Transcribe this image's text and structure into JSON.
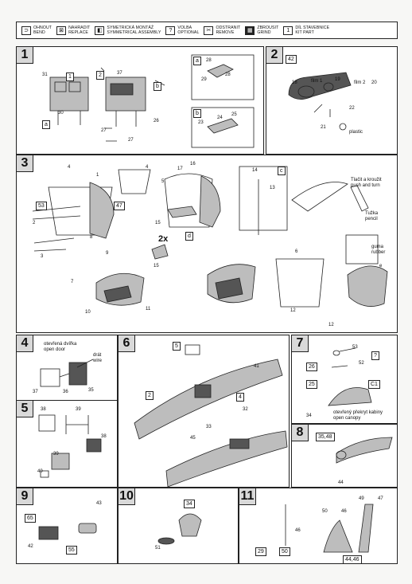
{
  "legend": [
    {
      "icon": "bend-icon",
      "code": "⊃",
      "cz": "OHNOUT",
      "en": "BEND",
      "dark": false
    },
    {
      "icon": "replace-icon",
      "code": "⊠",
      "cz": "NAHRADIT",
      "en": "REPLACE",
      "dark": false
    },
    {
      "icon": "symmetrical-icon",
      "code": "◧",
      "cz": "SYMETRICKÁ MONTÁŽ",
      "en": "SYMMETRICAL ASSEMBLY",
      "dark": false
    },
    {
      "icon": "optional-icon",
      "code": "?",
      "cz": "VOLBA",
      "en": "OPTIONAL",
      "dark": false
    },
    {
      "icon": "remove-icon",
      "code": "✂",
      "cz": "ODSTRANIT",
      "en": "REMOVE",
      "dark": false
    },
    {
      "icon": "grind-icon",
      "code": "▦",
      "cz": "ZBROUSIT",
      "en": "GRIND",
      "dark": true
    },
    {
      "icon": "kit-part-icon",
      "code": "1",
      "cz": "DÍL STAVEBNICE",
      "en": "KIT PART",
      "dark": false
    }
  ],
  "steps": {
    "s1": {
      "num": "1",
      "labels": {
        "p31": "31",
        "p1": "1",
        "p2": "2",
        "p37": "37",
        "a": "a",
        "b": "b",
        "p30": "30",
        "p26": "26",
        "p27a": "27",
        "p27b": "27",
        "inset_a": "a",
        "inset_b": "b",
        "i28a": "28",
        "i28b": "28",
        "i29": "29",
        "i23": "23",
        "i24": "24",
        "i25": "25"
      }
    },
    "s2": {
      "num": "2",
      "ref": "42",
      "labels": {
        "p18": "18",
        "film1": "film 1",
        "p19": "19",
        "film2": "film 2",
        "p20": "20",
        "p21": "21",
        "p22": "22",
        "plastic": "plastic"
      }
    },
    "s3": {
      "num": "3",
      "ref53": "53",
      "ref47": "47",
      "labels": {
        "p4a": "4",
        "p2": "2",
        "p1": "1",
        "p4b": "4",
        "p3": "3",
        "p17": "17",
        "p16": "16",
        "p5": "5",
        "p15": "15",
        "d": "d",
        "x2": "2x",
        "p15b": "15",
        "p8": "8",
        "p9": "9",
        "p7": "7",
        "p10": "10",
        "p11": "11",
        "p14": "14",
        "c": "c",
        "p13": "13",
        "p6": "6",
        "p12a": "12",
        "p12b": "12",
        "e": "e",
        "pencil_cz": "Tužka",
        "pencil_en": "pencil",
        "rubber_cz": "guma",
        "rubber_en": "rubber",
        "push_cz": "Tlačit a kroužit",
        "push_en": "push and turn"
      }
    },
    "s4": {
      "num": "4",
      "open_cz": "otevřená dvířka",
      "open_en": "open door",
      "wire_cz": "drát",
      "wire_en": "wire",
      "labels": {
        "p37": "37",
        "p36": "36",
        "p35": "35"
      }
    },
    "s5": {
      "num": "5",
      "labels": {
        "p38a": "38",
        "p39a": "39",
        "p38b": "38",
        "p39b": "39",
        "p40": "40"
      }
    },
    "s6": {
      "num": "6",
      "labels": {
        "b5": "5",
        "p41": "41",
        "b2": "2",
        "b4": "4",
        "p32": "32",
        "p33": "33",
        "p45": "45"
      }
    },
    "s7": {
      "num": "7",
      "labels": {
        "p53": "53",
        "q": "?",
        "b26": "26",
        "p52": "52",
        "b25": "25",
        "c1": "C1",
        "p34": "34"
      },
      "canopy_cz": "otevřený překryt kabiny",
      "canopy_en": "open canopy"
    },
    "s8": {
      "num": "8",
      "labels": {
        "ref": "35,48",
        "p44": "44"
      }
    },
    "s9": {
      "num": "9",
      "labels": {
        "p65": "65",
        "p43": "43",
        "p42": "42",
        "p55": "55"
      }
    },
    "s10": {
      "num": "10",
      "labels": {
        "b34": "34",
        "p51": "51"
      }
    },
    "s11": {
      "num": "11",
      "labels": {
        "p46a": "46",
        "p49": "49",
        "p47": "47",
        "p50a": "50",
        "p46b": "46",
        "b29": "29",
        "b50": "50",
        "ref": "44,46"
      }
    }
  }
}
